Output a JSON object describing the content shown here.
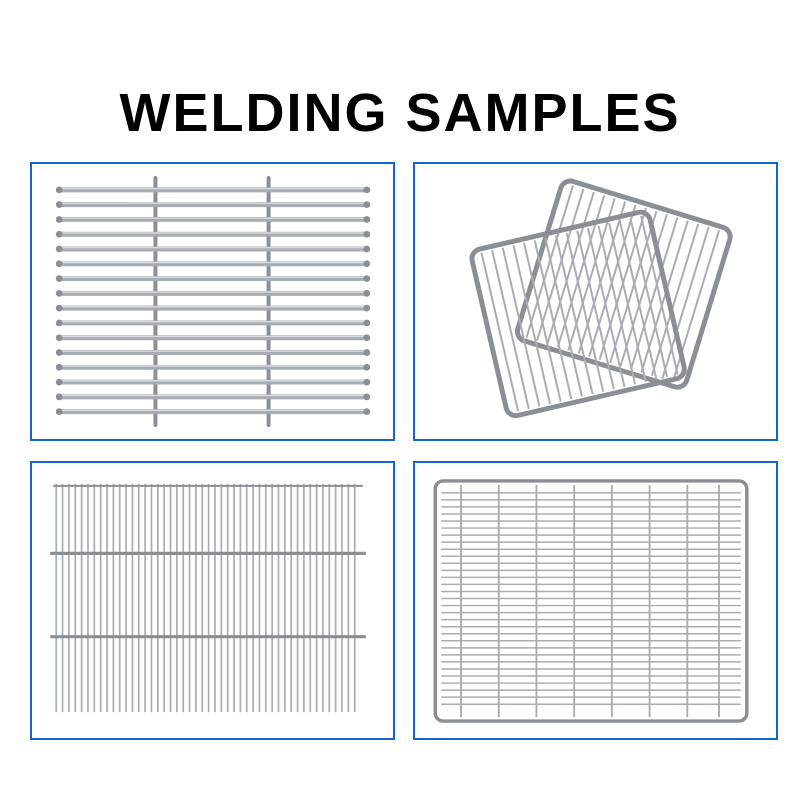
{
  "page": {
    "title": "WELDING SAMPLES",
    "background": "#ffffff"
  },
  "colors": {
    "panel_border": "#1166c9",
    "wire": "#a8adb3",
    "wire_dark": "#8a8f96",
    "wire_highlight": "#d8dbde",
    "title_text": "#000000"
  },
  "panels": [
    {
      "id": "sample-1",
      "name": "horizontal-rod-grate",
      "alt": "Stainless steel grate made of horizontal welded rods with two vertical support wires"
    },
    {
      "id": "sample-2",
      "name": "crossed-mesh-grids",
      "alt": "Two overlapping rotated square wire grids forming a diamond cross pattern"
    },
    {
      "id": "sample-3",
      "name": "vertical-wire-grid",
      "alt": "Dense vertical wire grid panel with horizontal welded support rods"
    },
    {
      "id": "sample-4",
      "name": "wire-mesh-tray",
      "alt": "Rectangular wire mesh tray with dense horizontal wires and vertical cross wires"
    }
  ]
}
